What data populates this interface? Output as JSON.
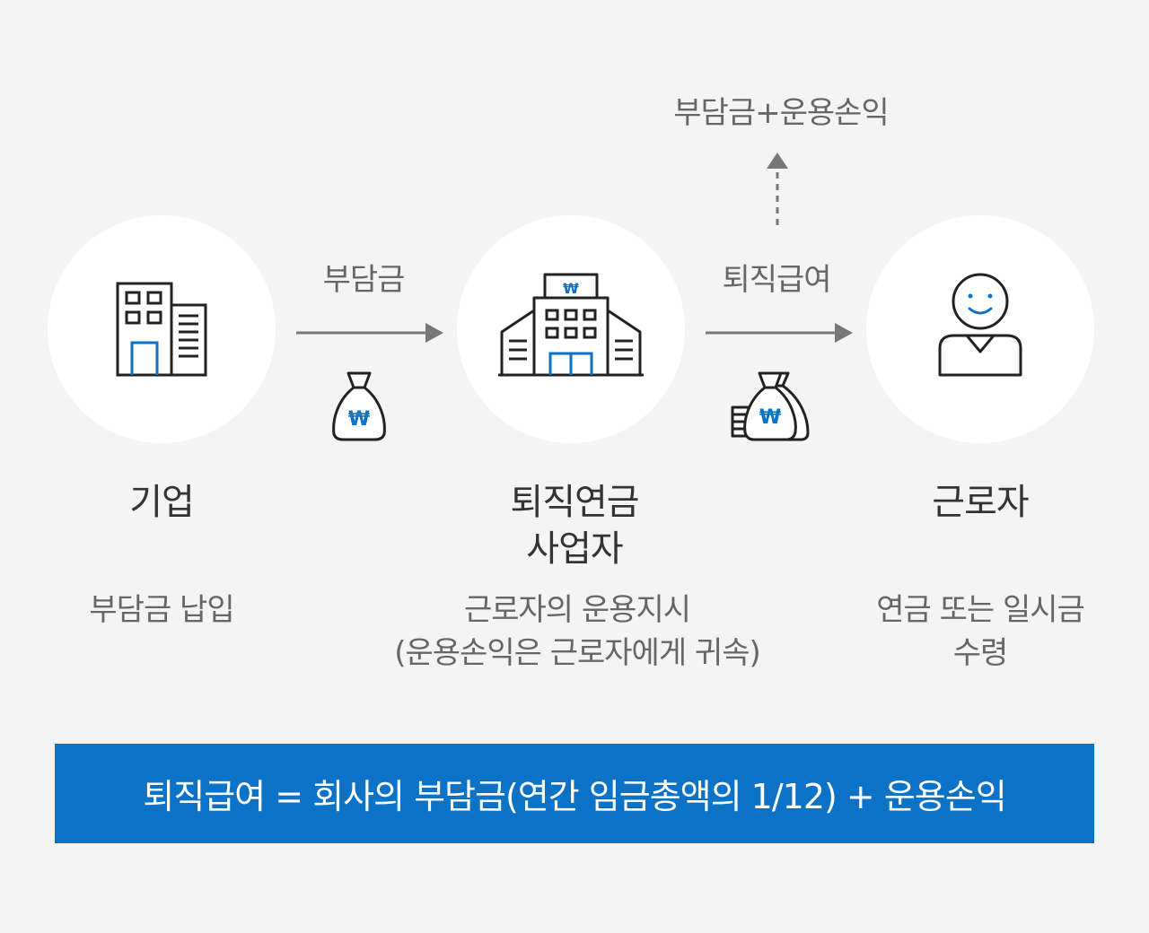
{
  "nodes": [
    {
      "title": "기업",
      "desc_lines": [
        "부담금 납입"
      ],
      "icon": "building-icon"
    },
    {
      "title_lines": [
        "퇴직연금",
        "사업자"
      ],
      "desc_lines": [
        "근로자의 운용지시",
        "(운용손익은 근로자에게 귀속)"
      ],
      "icon": "bank-icon"
    },
    {
      "title": "근로자",
      "desc_lines": [
        "연금 또는 일시금",
        "수령"
      ],
      "icon": "person-icon"
    }
  ],
  "arrows": {
    "contribution_label": "부담금",
    "benefit_label": "퇴직급여",
    "up_label": "부담금+운용손익"
  },
  "formula": "퇴직급여 = 회사의 부담금(연간 임금총액의 1/12) + 운용손익",
  "money_symbol": "₩",
  "colors": {
    "accent": "#0a72c7",
    "icon_stroke": "#222222",
    "arrow": "#777777",
    "circle": "#ffffff",
    "background": "#f4f4f4"
  }
}
